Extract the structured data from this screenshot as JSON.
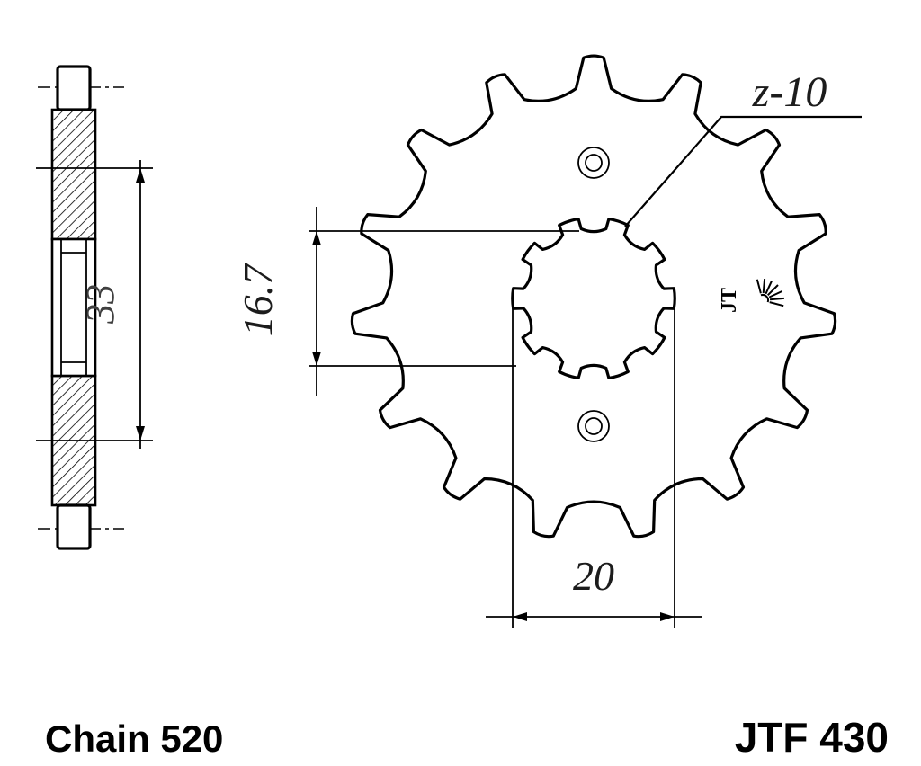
{
  "labels": {
    "chain": "Chain 520",
    "part_number": "JTF 430",
    "teeth_label": "z-10",
    "logo": "JT"
  },
  "dimensions": {
    "hub_width": "33",
    "spline_minor": "16.7",
    "spline_major": "20"
  },
  "diagram": {
    "outer_teeth": 15,
    "spline_teeth": 10,
    "colors": {
      "line": "#000000",
      "background": "#ffffff",
      "dim_text": "#3f3f3f"
    }
  }
}
